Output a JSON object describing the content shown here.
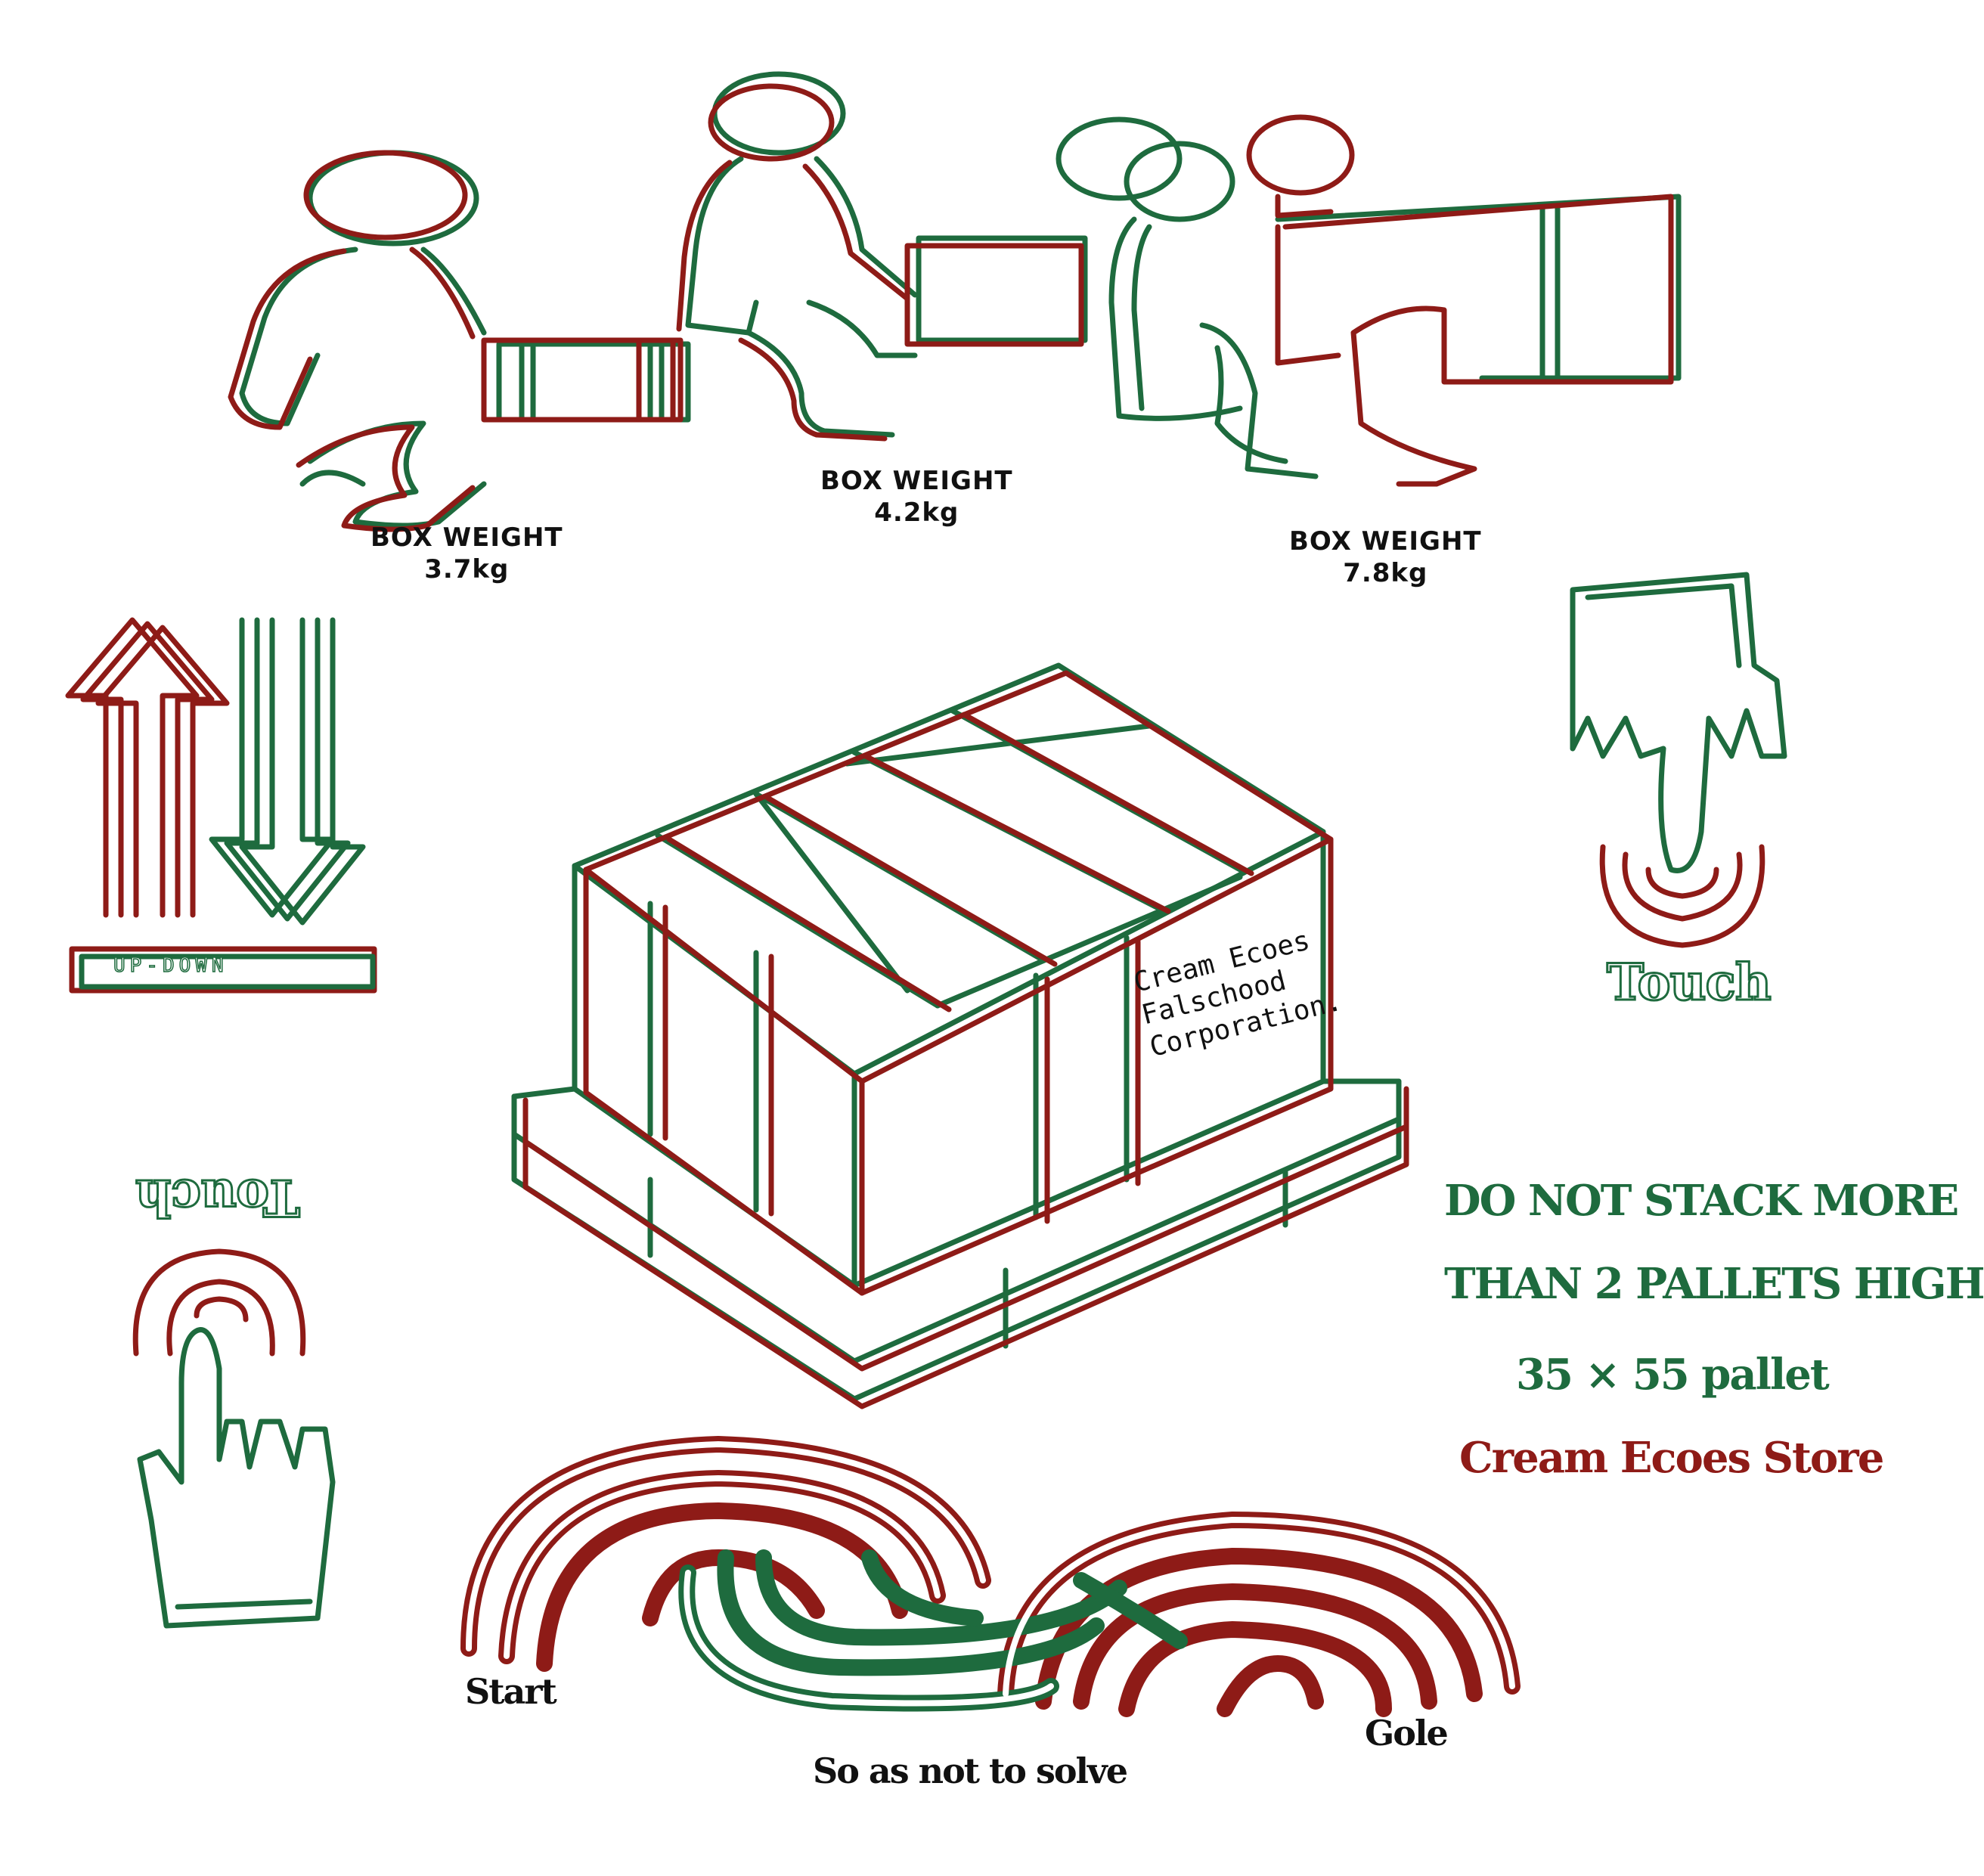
{
  "weights": [
    {
      "label": "BOX WEIGHT",
      "value": "3.7kg"
    },
    {
      "label": "BOX WEIGHT",
      "value": "4.2kg"
    },
    {
      "label": "BOX WEIGHT",
      "value": "7.8kg"
    }
  ],
  "arrows_label": "UP-DOWN",
  "touch_label": "Touch",
  "box_text": [
    "Cream Ecoes",
    "Falschood",
    "Corporation."
  ],
  "notes": {
    "line1": "DO NOT STACK MORE",
    "line2": "THAN 2 PALLETS HIGH",
    "line3": "35 × 55 pallet",
    "store": "Cream Ecoes Store"
  },
  "maze": {
    "start": "Start",
    "goal": "Gole",
    "caption": "So as not to solve"
  },
  "colors": {
    "green": "#1e6b3e",
    "red": "#8e1b17",
    "ink": "#111111"
  }
}
